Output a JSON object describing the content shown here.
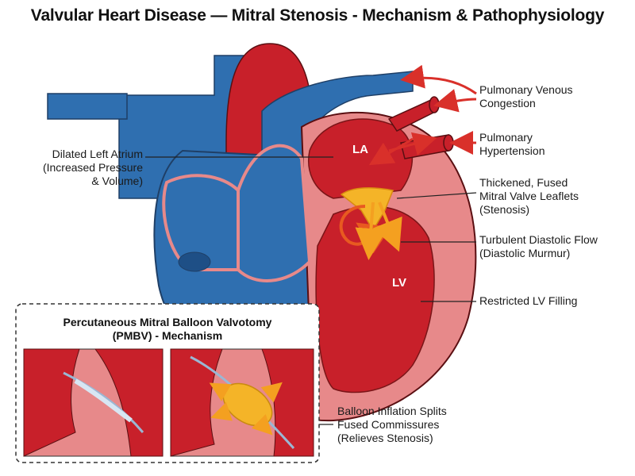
{
  "title": "Valvular Heart Disease — Mitral Stenosis - Mechanism & Pathophysiology",
  "colors": {
    "blood_red": "#c8202a",
    "deoxy_blue": "#2f6fb0",
    "myocardium_pink": "#e7898a",
    "stenosis_yellow": "#f4b428",
    "arrow_red": "#d9302a"
  },
  "chambers": {
    "la": "LA",
    "lv": "LV"
  },
  "labels": {
    "pulmonary_venous_congestion": [
      "Pulmonary Venous",
      "Congestion"
    ],
    "pulmonary_hypertension": [
      "Pulmonary",
      "Hypertension"
    ],
    "dilated_left_atrium": [
      "Dilated Left Atrium",
      "(Increased Pressure",
      "& Volume)"
    ],
    "thickened_leaflets": [
      "Thickened, Fused",
      "Mitral Valve Leaflets",
      "(Stenosis)"
    ],
    "turbulent_flow": [
      "Turbulent Diastolic Flow",
      "(Diastolic Murmur)"
    ],
    "restricted_lv": [
      "Restricted LV Filling"
    ],
    "balloon_inflation": [
      "Balloon Inflation Splits",
      "Fused Commissures",
      "(Relieves Stenosis)"
    ]
  },
  "inset": {
    "title": [
      "Percutaneous Mitral Balloon Valvotomy",
      "(PMBV) - Mechanism"
    ]
  }
}
